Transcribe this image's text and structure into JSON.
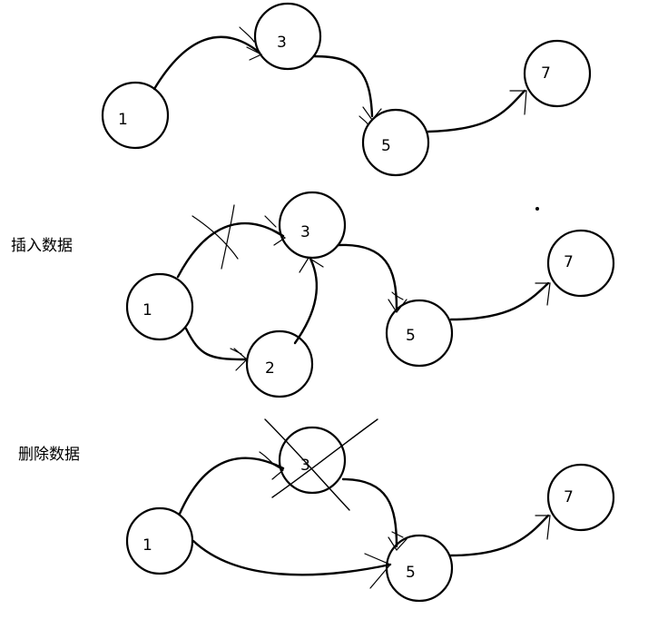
{
  "sections": {
    "insert": {
      "label": "插入数据"
    },
    "delete": {
      "label": "删除数据"
    }
  },
  "diagram1": {
    "nodes": [
      {
        "id": "n1",
        "label": "1"
      },
      {
        "id": "n3",
        "label": "3"
      },
      {
        "id": "n5",
        "label": "5"
      },
      {
        "id": "n7",
        "label": "7"
      }
    ]
  },
  "diagram2": {
    "nodes": [
      {
        "id": "n1",
        "label": "1"
      },
      {
        "id": "n3",
        "label": "3"
      },
      {
        "id": "n2",
        "label": "2"
      },
      {
        "id": "n5",
        "label": "5"
      },
      {
        "id": "n7",
        "label": "7"
      }
    ]
  },
  "diagram3": {
    "nodes": [
      {
        "id": "n1",
        "label": "1"
      },
      {
        "id": "n3",
        "label": "3"
      },
      {
        "id": "n5",
        "label": "5"
      },
      {
        "id": "n7",
        "label": "7"
      }
    ]
  },
  "colors": {
    "ink": "#000000",
    "background": "#ffffff"
  }
}
